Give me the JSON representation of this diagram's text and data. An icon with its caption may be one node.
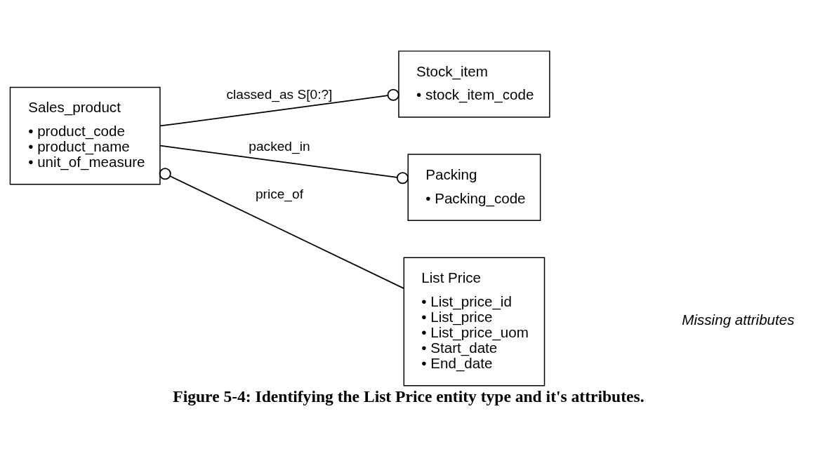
{
  "diagram": {
    "caption": "Figure 5-4: Identifying the List Price entity type and it's attributes.",
    "nodes": [
      {
        "text": [
          "Sales_product",
          "• product_code",
          "• product_name",
          "• unit_of_measure"
        ]
      },
      {
        "text": [
          "Stock_item",
          "• stock_item_code"
        ]
      },
      {
        "text": [
          "Packing",
          "• Packing_code"
        ]
      },
      {
        "text": [
          "List Price",
          "• List_price_id",
          "• List_price",
          "• List_price_uom",
          "• Start_date",
          "• End_date"
        ]
      }
    ],
    "edges": [
      {
        "from": 0,
        "to": 1,
        "arrow": "other",
        "label": "classed_as S[0:?]"
      },
      {
        "from": 0,
        "to": 2,
        "arrow": "other",
        "label": "packed_in"
      },
      {
        "from": 3,
        "to": 0,
        "arrow": "other",
        "label": "price_of"
      }
    ],
    "labels": [
      "Missing attributes"
    ]
  }
}
